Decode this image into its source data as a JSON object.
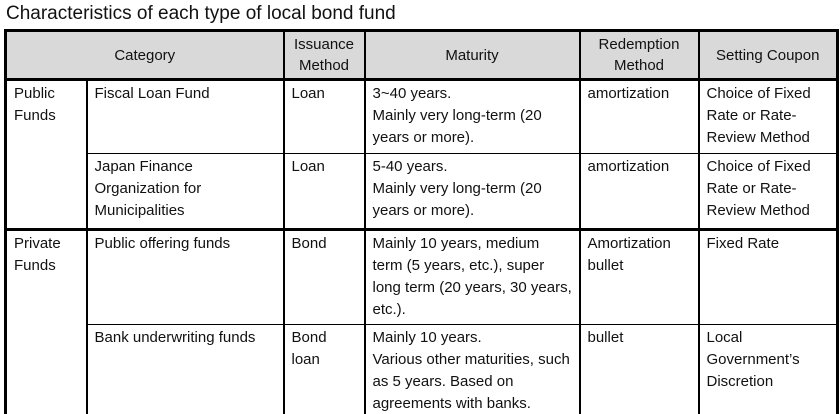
{
  "title": "Characteristics of each type of local bond fund",
  "table": {
    "colors": {
      "header_bg": "#d9d9d9",
      "border": "#000000",
      "text": "#111111"
    },
    "headers": {
      "category": "Category",
      "issuance": "Issuance\nMethod",
      "maturity": "Maturity",
      "redemption": "Redemption\nMethod",
      "coupon": "Setting Coupon"
    },
    "groups": [
      {
        "category": "Public\nFunds",
        "rows": [
          {
            "name": "Fiscal Loan Fund",
            "issuance": "Loan",
            "maturity": "3~40 years.\nMainly very long-term (20 years or more).",
            "redemption": "amortization",
            "coupon": "Choice of Fixed Rate or Rate-Review Method"
          },
          {
            "name": "Japan Finance Organization for Municipalities",
            "issuance": "Loan",
            "maturity": "5-40 years.\nMainly very long-term (20 years or more).",
            "redemption": "amortization",
            "coupon": "Choice of Fixed Rate or Rate-Review Method"
          }
        ]
      },
      {
        "category": "Private\nFunds",
        "rows": [
          {
            "name": "Public offering funds",
            "issuance": "Bond",
            "maturity": "Mainly 10 years, medium term (5 years, etc.), super long term (20 years, 30 years, etc.).",
            "redemption": "Amortization\nbullet",
            "coupon": "Fixed Rate"
          },
          {
            "name": "Bank underwriting funds",
            "issuance": "Bond\nloan",
            "maturity": "Mainly 10 years.\nVarious other maturities, such as 5 years. Based on agreements with banks.",
            "redemption": "bullet",
            "coupon": "Local Government’s Discretion"
          }
        ]
      }
    ]
  }
}
